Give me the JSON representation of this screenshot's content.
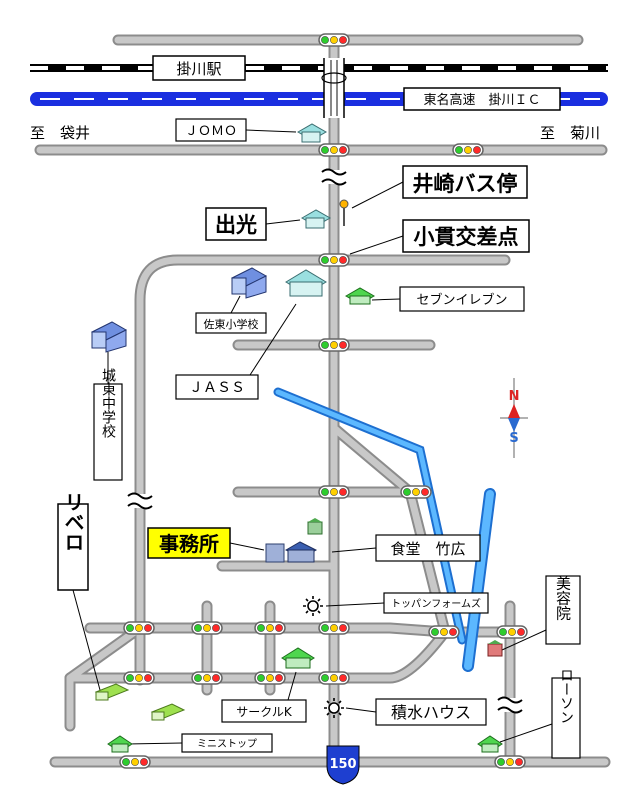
{
  "stations": {
    "kakegawa": "掛川駅"
  },
  "highway": {
    "label": "東名高速　掛川ＩＣ"
  },
  "directions": {
    "west": "至　袋井",
    "east": "至　菊川"
  },
  "landmarks": {
    "jomo": "ＪＯＭＯ",
    "bus_stop": "井崎バス停",
    "idemitsu": "出光",
    "onuki": "小貫交差点",
    "seven": "セブンイレブン",
    "satohigashi": "佐東小学校",
    "jass": "ＪＡＳＳ",
    "johigashi": "城東中学校",
    "office": "事務所",
    "shokudo": "食堂　竹広",
    "toppan": "トッパンフォームズ",
    "biyoin": "美容院",
    "ribero": "リベロ",
    "sekisui": "積水ハウス",
    "circlek": "サークルK",
    "lawson": "ローソン",
    "ministop": "ミニストップ"
  },
  "compass": {
    "north": "N",
    "south": "S"
  },
  "route": {
    "number": "150"
  },
  "colors": {
    "road": "#a8a8a8",
    "rail": "#000000",
    "highway": "#1a2fe0",
    "river": "#3aa3ff",
    "highlight": "#ffff00",
    "signal_red": "#ff2a2a",
    "signal_yellow": "#ffd000",
    "signal_green": "#2ecc2e"
  }
}
